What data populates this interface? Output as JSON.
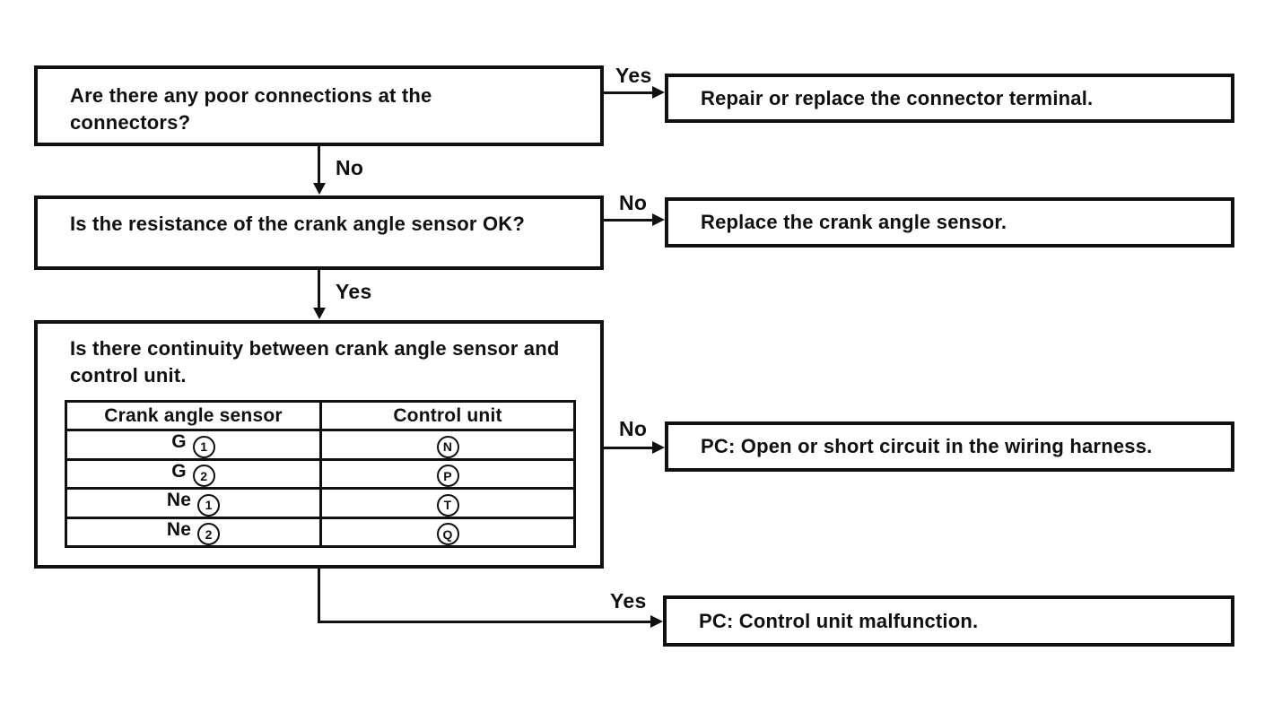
{
  "flowchart": {
    "nodes": {
      "q1": {
        "text": "Are there any poor connections at the connectors?"
      },
      "q2": {
        "text": "Is the resistance of the crank angle sensor OK?"
      },
      "q3": {
        "text": "Is there continuity between crank angle sensor and control unit."
      },
      "r1": {
        "text": "Repair or replace the connector terminal."
      },
      "r2": {
        "text": "Replace the crank angle sensor."
      },
      "r3": {
        "text": "PC: Open or short circuit in the wiring harness."
      },
      "r4": {
        "text": "PC: Control unit malfunction."
      }
    },
    "connectors": {
      "q1_yes": "Yes",
      "q1_no": "No",
      "q2_no": "No",
      "q2_yes": "Yes",
      "q3_no": "No",
      "q3_yes": "Yes"
    },
    "table": {
      "headers": [
        "Crank angle sensor",
        "Control unit"
      ],
      "rows": [
        {
          "sensor_label": "G",
          "sensor_pin": "1",
          "control_pin": "N"
        },
        {
          "sensor_label": "G",
          "sensor_pin": "2",
          "control_pin": "P"
        },
        {
          "sensor_label": "Ne",
          "sensor_pin": "1",
          "control_pin": "T"
        },
        {
          "sensor_label": "Ne",
          "sensor_pin": "2",
          "control_pin": "Q"
        }
      ]
    },
    "colors": {
      "line": "#101010",
      "background": "#ffffff"
    }
  }
}
